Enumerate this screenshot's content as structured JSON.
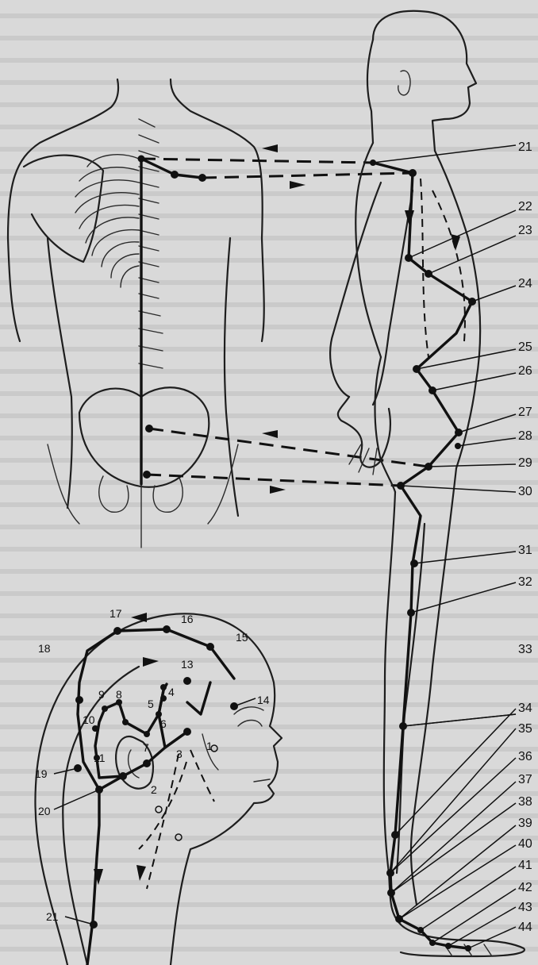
{
  "figure": {
    "body_labels": [
      "21",
      "22",
      "23",
      "24",
      "25",
      "26",
      "27",
      "28",
      "29",
      "30",
      "31",
      "32",
      "33",
      "34",
      "35",
      "36",
      "37",
      "38",
      "39",
      "40",
      "41",
      "42",
      "43",
      "44"
    ],
    "head_labels": [
      "1",
      "2",
      "3",
      "4",
      "5",
      "6",
      "7",
      "8",
      "9",
      "10",
      "11",
      "13",
      "14",
      "15",
      "16",
      "17",
      "18",
      "19",
      "20",
      "21"
    ]
  }
}
